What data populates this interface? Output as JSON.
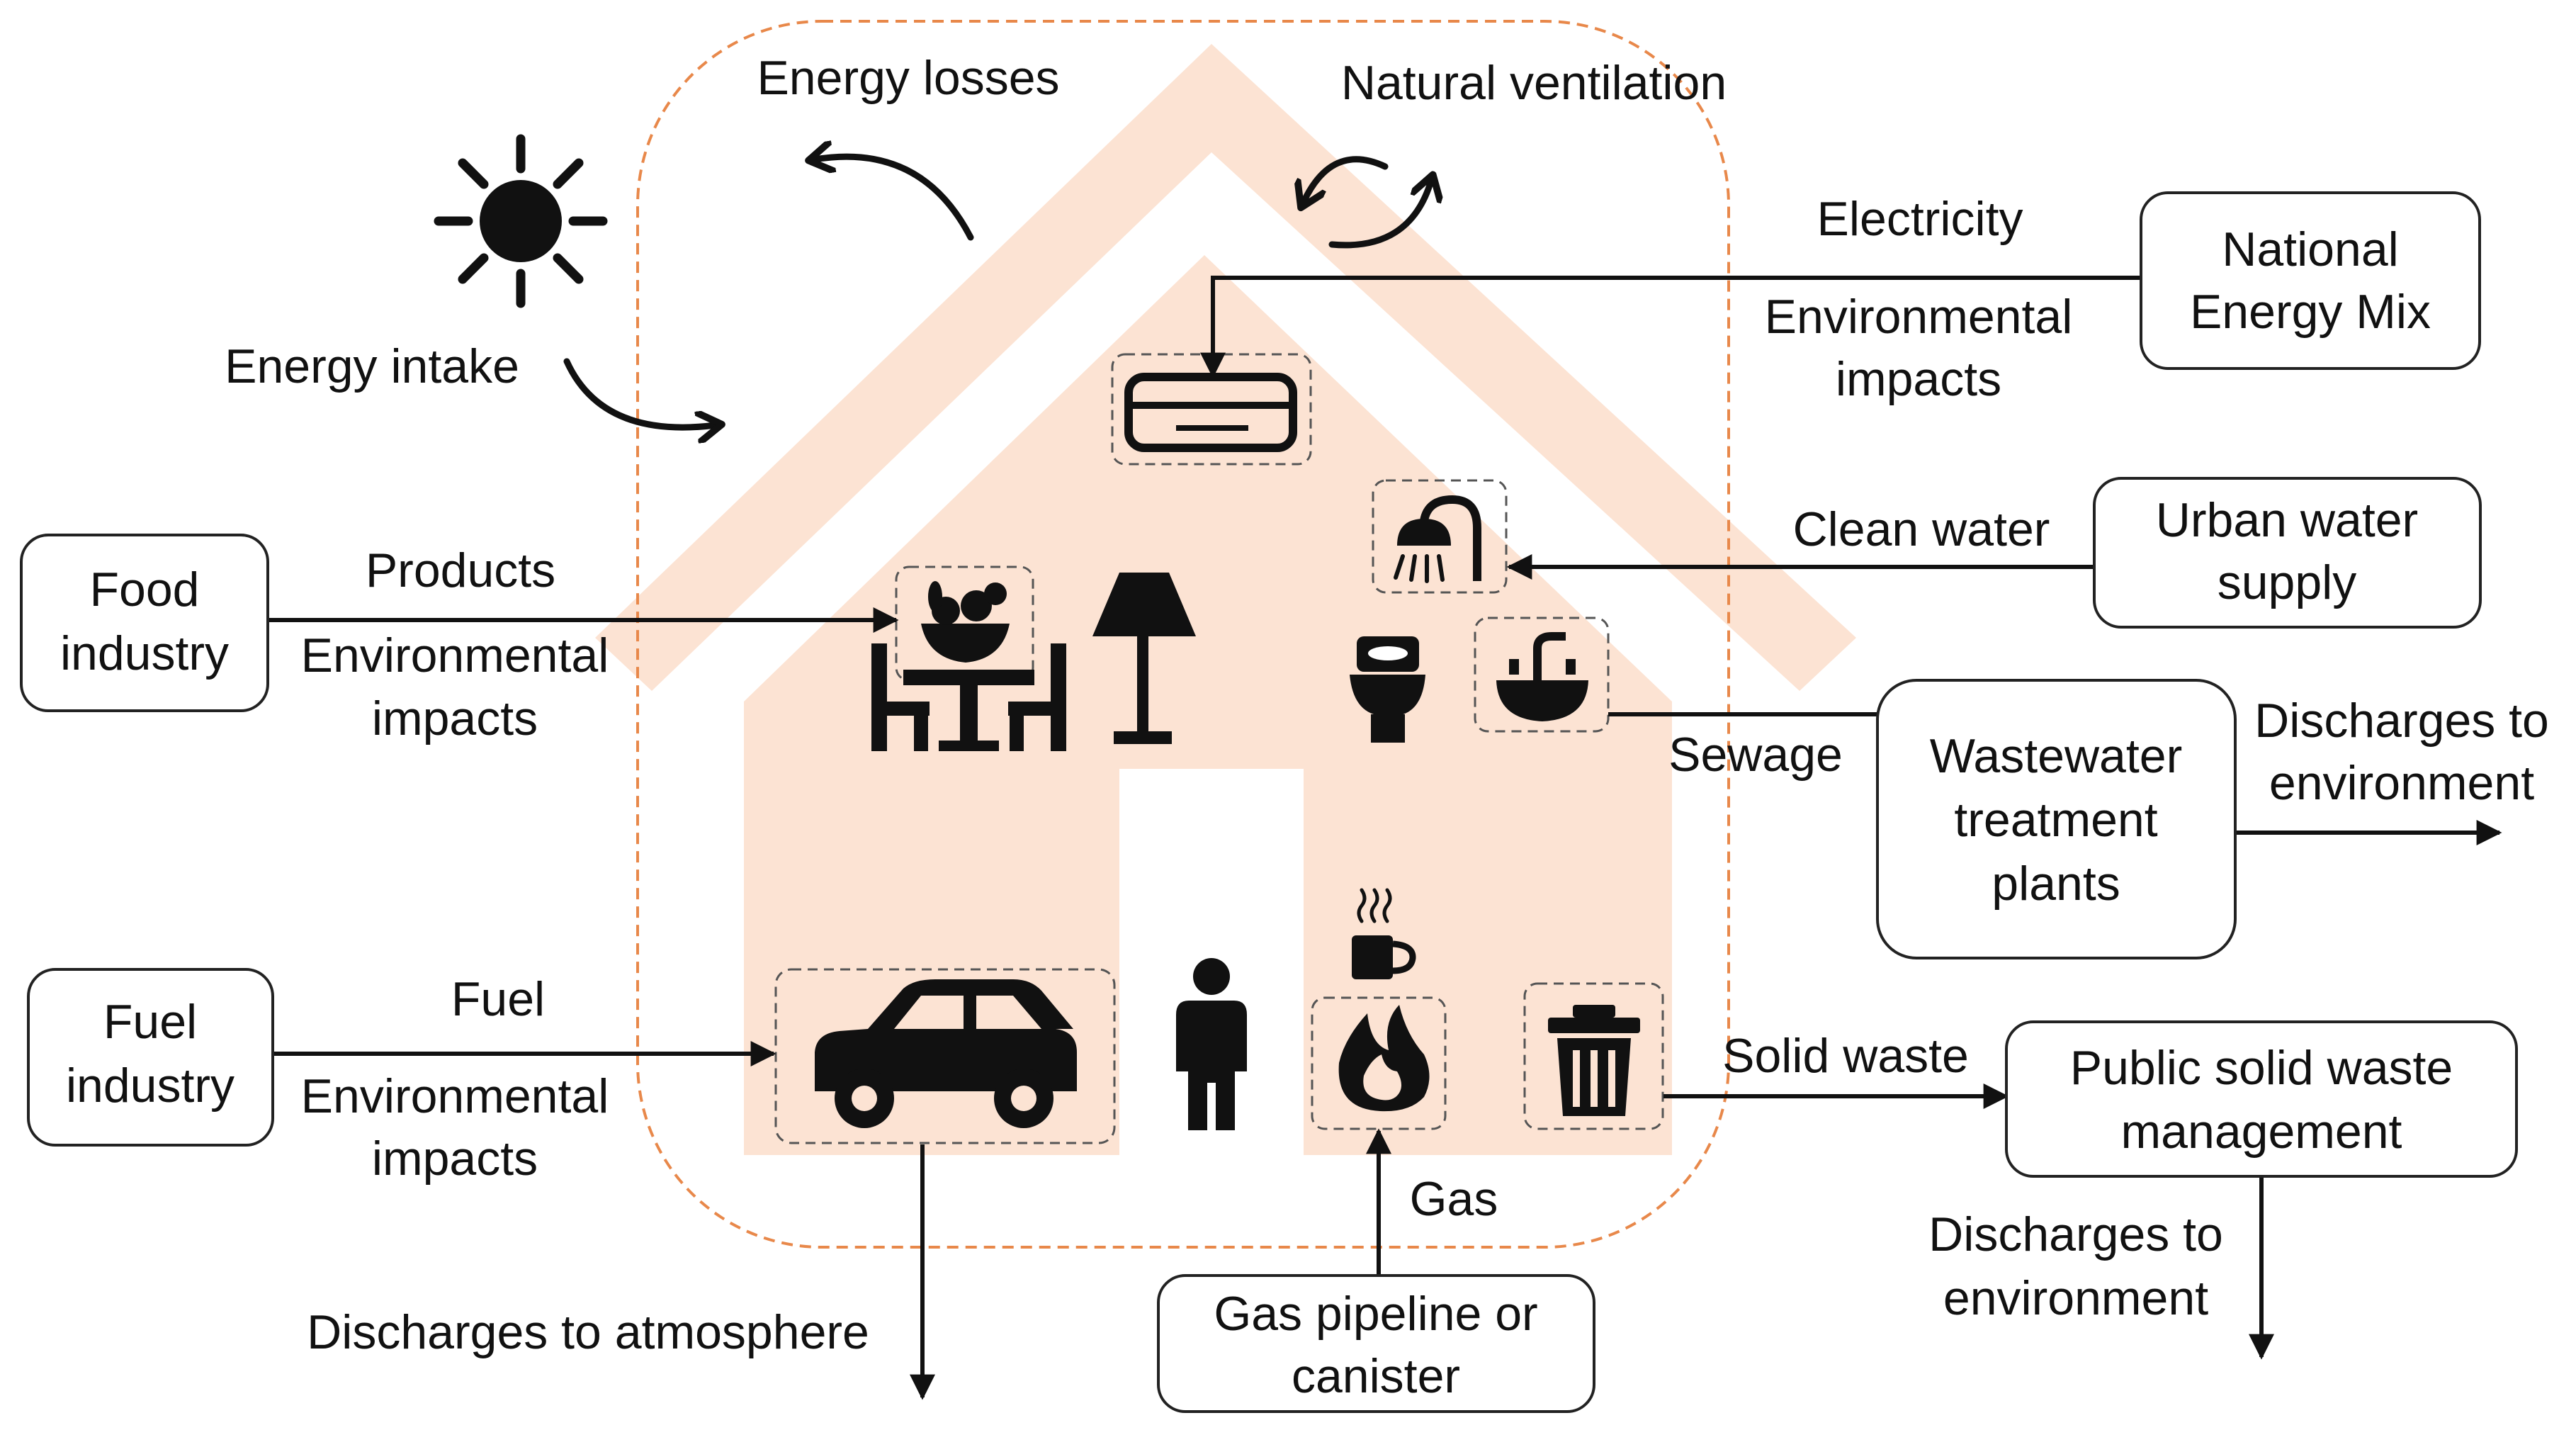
{
  "colors": {
    "house_fill": "#FCE3D3",
    "boundary": "#E8884A",
    "line": "#111111",
    "icon": "#111111",
    "box_border": "#222222"
  },
  "system_labels": {
    "energy_losses": "Energy losses",
    "natural_ventilation": "Natural ventilation",
    "energy_intake": "Energy intake"
  },
  "nodes": {
    "national_energy_mix": [
      "National",
      "Energy Mix"
    ],
    "urban_water_supply": [
      "Urban water",
      "supply"
    ],
    "food_industry": [
      "Food",
      "industry"
    ],
    "wastewater_treatment": [
      "Wastewater",
      "treatment",
      "plants"
    ],
    "fuel_industry": [
      "Fuel",
      "industry"
    ],
    "public_solid_waste": [
      "Public solid waste",
      "management"
    ],
    "gas_pipeline": [
      "Gas pipeline or",
      "canister"
    ]
  },
  "flows": {
    "electricity": "Electricity",
    "electricity_impacts": [
      "Environmental",
      "impacts"
    ],
    "clean_water": "Clean water",
    "products": "Products",
    "products_impacts": [
      "Environmental",
      "impacts"
    ],
    "sewage": "Sewage",
    "fuel": "Fuel",
    "fuel_impacts": [
      "Environmental",
      "impacts"
    ],
    "solid_waste": "Solid waste",
    "gas": "Gas"
  },
  "discharges": {
    "wastewater": [
      "Discharges to",
      "environment"
    ],
    "solid_waste": [
      "Discharges to",
      "environment"
    ],
    "atmosphere": "Discharges to atmosphere"
  },
  "icons": [
    "sun-icon",
    "air-conditioner-icon",
    "shower-icon",
    "dining-table-icon",
    "fruit-bowl-icon",
    "floor-lamp-icon",
    "toilet-icon",
    "sink-icon",
    "car-icon",
    "person-icon",
    "coffee-cup-icon",
    "gas-flame-icon",
    "trash-bin-icon"
  ]
}
